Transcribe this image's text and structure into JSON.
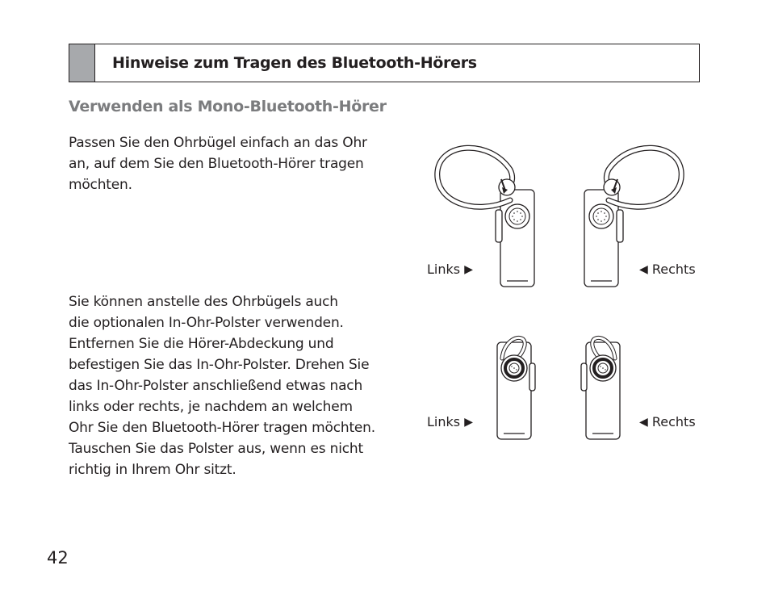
{
  "header": {
    "title": "Hinweise zum Tragen des Bluetooth-Hörers"
  },
  "section": {
    "title": "Verwenden als Mono-Bluetooth-Hörer"
  },
  "paragraphs": {
    "p1": [
      "Passen Sie den Ohrbügel einfach an das Ohr",
      "an, auf dem Sie den Bluetooth-Hörer tragen",
      "möchten."
    ],
    "p2": [
      "Sie können anstelle des Ohrbügels auch",
      "die optionalen In-Ohr-Polster verwenden.",
      "Entfernen Sie die Hörer-Abdeckung und",
      "befestigen Sie das In-Ohr-Polster. Drehen Sie",
      "das In-Ohr-Polster anschließend etwas nach",
      "links oder rechts, je nachdem an welchem",
      "Ohr Sie den Bluetooth-Hörer tragen möchten.",
      "Tauschen Sie das Polster aus, wenn es nicht",
      "richtig in Ihrem Ohr sitzt."
    ]
  },
  "figures": {
    "earhook": {
      "left_label": "Links",
      "right_label": "Rechts"
    },
    "eargel": {
      "left_label": "Links",
      "right_label": "Rechts"
    },
    "arrow_right_glyph": "▶",
    "arrow_left_glyph": "◀"
  },
  "footer": {
    "page_number": "42"
  }
}
